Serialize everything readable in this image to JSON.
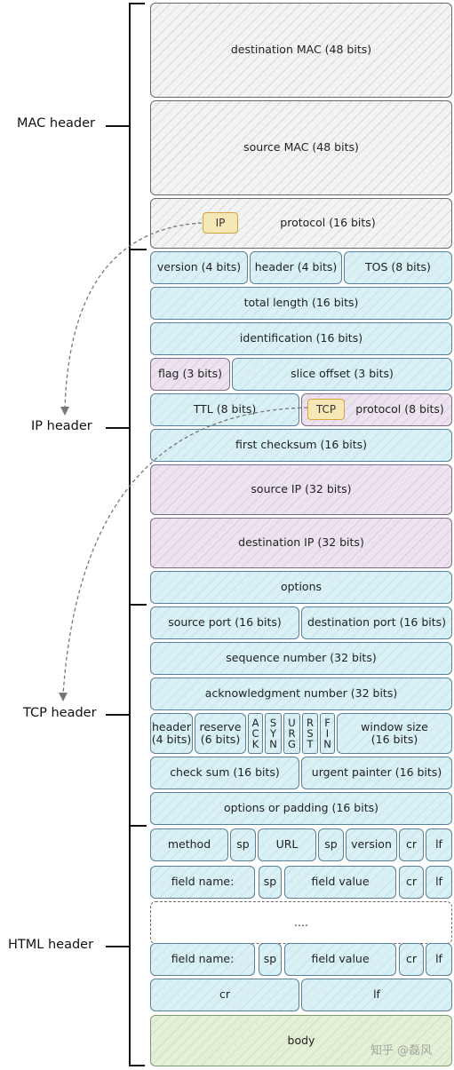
{
  "labels": {
    "mac": "MAC header",
    "ip": "IP header",
    "tcp": "TCP header",
    "html": "HTML header"
  },
  "mac": {
    "dst": "destination MAC (48 bits)",
    "src": "source MAC (48 bits)",
    "protocol": "protocol (16 bits)",
    "ip_tag": "IP"
  },
  "ip": {
    "version": "version (4 bits)",
    "header": "header (4 bits)",
    "tos": "TOS (8 bits)",
    "total_length": "total length (16 bits)",
    "identification": "identification (16 bits)",
    "flag": "flag (3 bits)",
    "slice_offset": "slice offset (3 bits)",
    "ttl": "TTL (8 bits)",
    "tcp_tag": "TCP",
    "protocol": "protocol (8 bits)",
    "checksum": "first checksum (16 bits)",
    "src_ip": "source IP (32 bits)",
    "dst_ip": "destination IP (32 bits)",
    "options": "options"
  },
  "tcp": {
    "src_port": "source port (16 bits)",
    "dst_port": "destination port (16 bits)",
    "seq": "sequence number (32 bits)",
    "ack": "acknowledgment number (32 bits)",
    "header_1": "header",
    "header_2": "(4 bits)",
    "reserve_1": "reserve",
    "reserve_2": "(6 bits)",
    "flags": [
      {
        "c1": "A",
        "c2": "C",
        "c3": "K"
      },
      {
        "c1": "S",
        "c2": "Y",
        "c3": "N"
      },
      {
        "c1": "U",
        "c2": "R",
        "c3": "G"
      },
      {
        "c1": "R",
        "c2": "S",
        "c3": "T"
      },
      {
        "c1": "F",
        "c2": "I",
        "c3": "N"
      }
    ],
    "window_1": "window size",
    "window_2": "(16 bits)",
    "checksum": "check sum (16 bits)",
    "urgent": "urgent painter (16 bits)",
    "options": "options or padding (16 bits)"
  },
  "http": {
    "method": "method",
    "sp": "sp",
    "url": "URL",
    "version": "version",
    "cr": "cr",
    "lf": "lf",
    "field_name": "field name:",
    "field_value": "field value",
    "ellipsis": "....",
    "body": "body"
  },
  "watermark": "知乎 @磊风"
}
